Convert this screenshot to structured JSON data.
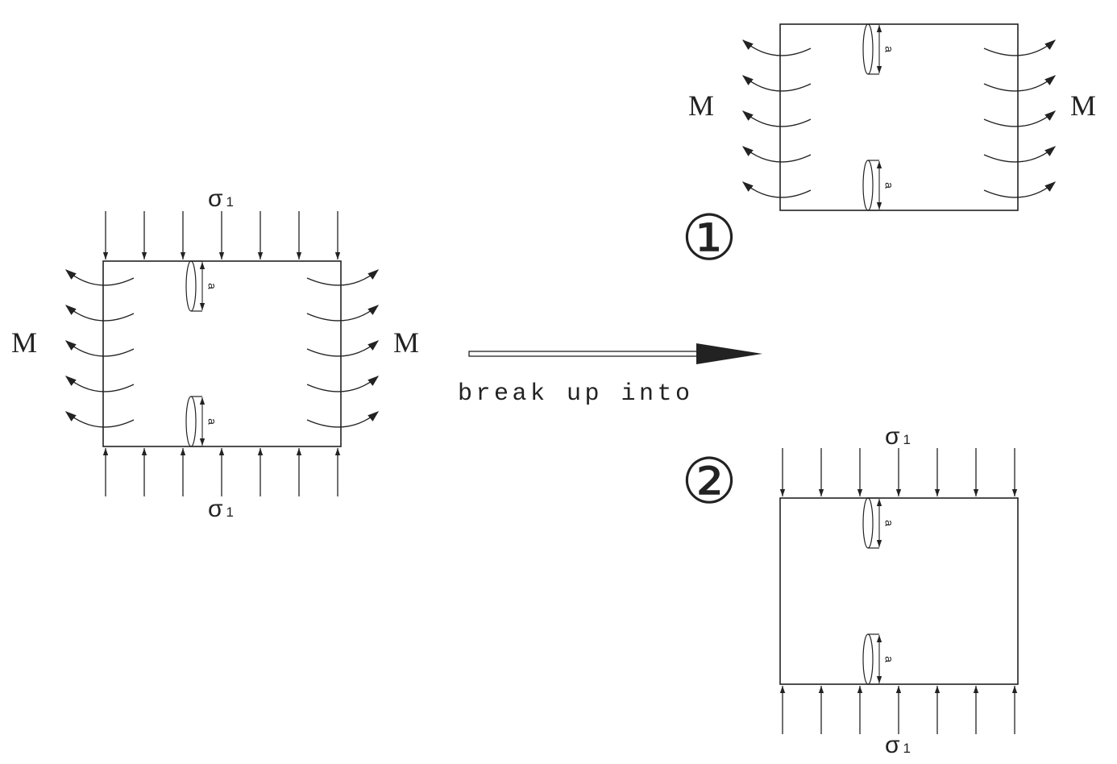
{
  "labels": {
    "moment": "M",
    "sigma": "σ",
    "sigma_subscript": "1",
    "crack_length": "a",
    "arrow_caption": "break up into",
    "case_one": "①",
    "case_two": "②"
  },
  "colors": {
    "line": "#222222",
    "background": "#ffffff"
  }
}
